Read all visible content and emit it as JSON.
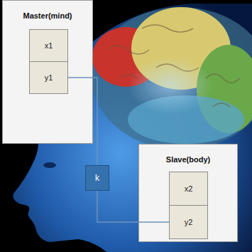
{
  "diagram": {
    "nodes": [
      {
        "text": [
          "Master(mind)"
        ]
      },
      {
        "text": [
          "x1"
        ],
        "in": 0
      },
      {
        "text": [
          "y1"
        ],
        "in": 0
      },
      {
        "text": [
          "Slave(body)"
        ]
      },
      {
        "text": [
          "x2"
        ],
        "in": 3
      },
      {
        "text": [
          "y2"
        ],
        "in": 3
      },
      {
        "text": [
          "k"
        ]
      }
    ],
    "edges": [
      {
        "from": 2,
        "to": 6,
        "arrow": "none"
      },
      {
        "from": 6,
        "to": 5,
        "arrow": "none"
      }
    ]
  }
}
